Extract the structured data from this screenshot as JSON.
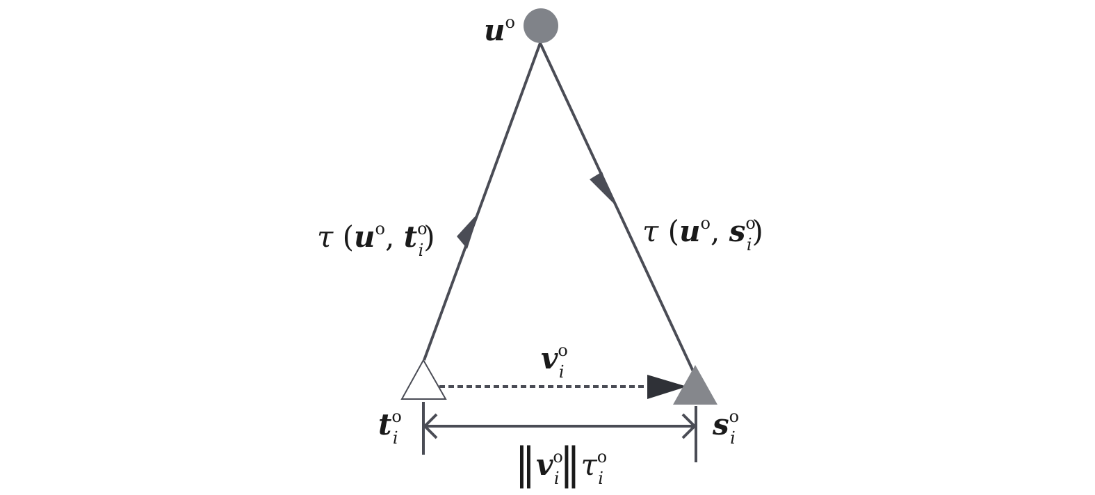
{
  "nodes": {
    "source": {
      "symbol": "u",
      "sup": "o"
    },
    "transmitter": {
      "symbol": "t",
      "sub": "i",
      "sup": "o"
    },
    "receiver": {
      "symbol": "s",
      "sub": "i",
      "sup": "o"
    }
  },
  "edges": {
    "left": {
      "func": "τ",
      "open": "(",
      "arg1": "u",
      "arg1_sup": "o",
      "comma": ",",
      "arg2": "t",
      "arg2_sub": "i",
      "arg2_sup": "o",
      "close": ")"
    },
    "right": {
      "func": "τ",
      "open": "(",
      "arg1": "u",
      "arg1_sup": "o",
      "comma": ",",
      "arg2": "s",
      "arg2_sub": "i",
      "arg2_sup": "o",
      "close": ")"
    },
    "velocity": {
      "symbol": "v",
      "sub": "i",
      "sup": "o"
    }
  },
  "baseline": {
    "bars": "‖",
    "symbol": "v",
    "sub": "i",
    "sup": "o",
    "tau": "τ",
    "tau_sub": "i",
    "tau_sup": "o"
  },
  "colors": {
    "line": "#4a4c55",
    "source_node": "#808389",
    "receiver_node": "#85878c",
    "transmitter_node": "#ffffff",
    "arrow_dark": "#2f3137"
  }
}
